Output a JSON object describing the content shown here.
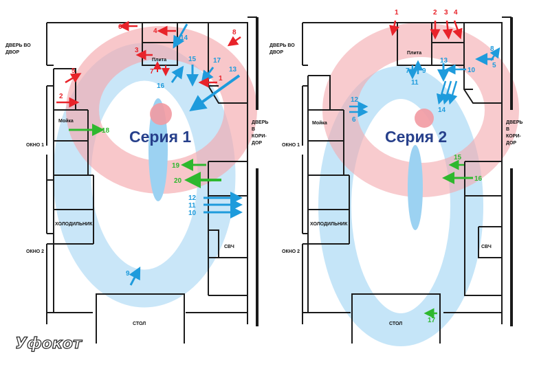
{
  "colors": {
    "red": "#e8232a",
    "blue": "#1e9bdc",
    "green": "#2eb82e",
    "ring_red": "#f4a9ae",
    "ring_blue": "#bfe2f7",
    "title": "#27408b"
  },
  "panels": [
    {
      "title": "Серия 1",
      "labels": {
        "door_yard": [
          "ДВЕРЬ ВО",
          "ДВОР"
        ],
        "door_corridor": [
          "ДВЕРЬ",
          "В",
          "КОРИ-",
          "ДОР"
        ],
        "window1": "ОКНО 1",
        "window2": "ОКНО 2",
        "stove": "Плита",
        "sink": "Мойка",
        "fridge": "ХОЛОДИЛЬНИК",
        "microwave": "СВЧ",
        "table": "СТОЛ"
      },
      "numbers": [
        "6",
        "4",
        "14",
        "8",
        "3",
        "15",
        "17",
        "13",
        "7",
        "1",
        "16",
        "5",
        "2",
        "18",
        "19",
        "20",
        "12",
        "11",
        "10",
        "9"
      ]
    },
    {
      "title": "Серия 2",
      "labels": {
        "door_yard": [
          "ДВЕРЬ ВО",
          "ДВОР"
        ],
        "door_corridor": [
          "ДВЕРЬ",
          "В",
          "КОРИ-",
          "ДОР"
        ],
        "window1": "ОКНО 1",
        "window2": "ОКНО 2",
        "stove": "Плита",
        "sink": "Мойка",
        "fridge": "ХОЛОДИЛЬНИК",
        "microwave": "СВЧ",
        "table": "СТОЛ"
      },
      "numbers": [
        "1",
        "2",
        "3",
        "4",
        "8",
        "13",
        "5",
        "7",
        "9",
        "10",
        "11",
        "12",
        "6",
        "14",
        "15",
        "16",
        "17"
      ]
    }
  ],
  "logo": "Уфокот"
}
